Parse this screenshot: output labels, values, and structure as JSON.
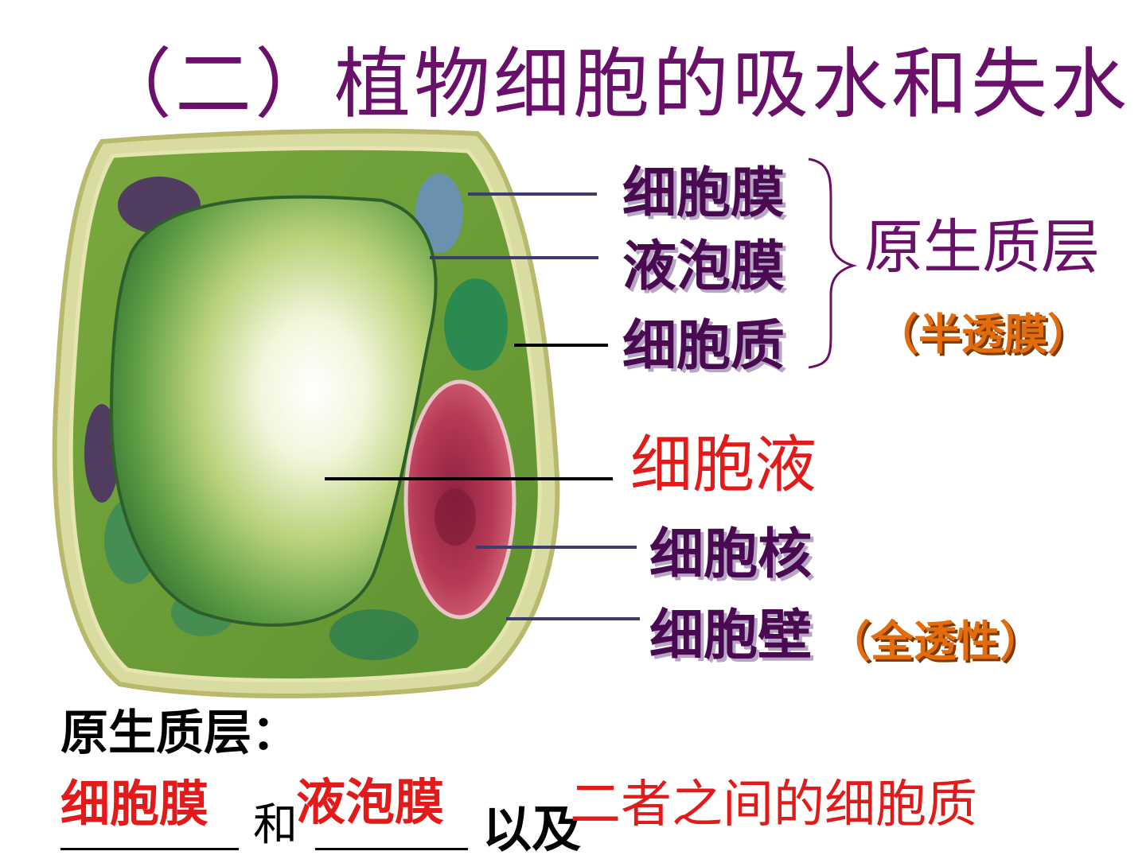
{
  "title": "（二）植物细胞的吸水和失水",
  "labels": {
    "cell_membrane": "细胞膜",
    "vacuole_membrane": "液泡膜",
    "cytoplasm": "细胞质",
    "protoplast_layer": "原生质层",
    "semi_permeable": "（半透膜）",
    "cell_sap": "细胞液",
    "nucleus": "细胞核",
    "cell_wall": "细胞壁",
    "fully_permeable": "（全透性）"
  },
  "bottom": {
    "heading": "原生质层：",
    "answer_1": "细胞膜",
    "joiner_and": "和",
    "answer_2": "液泡膜",
    "joiner_and_also": "以及",
    "answer_3": "二者之间的细胞质"
  },
  "colors": {
    "title": "#6a0f6a",
    "label_purple": "#4a0a52",
    "label_orange": "#e46c0a",
    "answer_red": "#e21a1a",
    "cell_wall": "#c9d28a",
    "cytoplasm_green": "#5f9a3a",
    "vacuole_light": "#f4f8e6",
    "nucleus_red": "#b02a46"
  }
}
